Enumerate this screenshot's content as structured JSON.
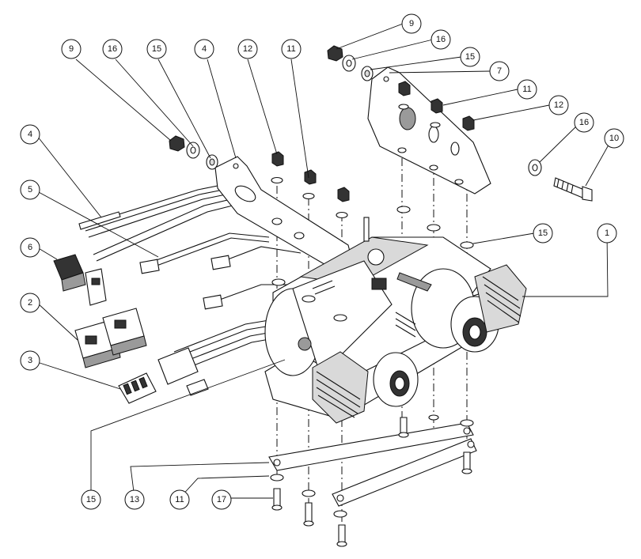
{
  "diagram": {
    "callouts": [
      {
        "id": "c9a",
        "label": "9"
      },
      {
        "id": "c16a",
        "label": "16"
      },
      {
        "id": "c15a",
        "label": "15"
      },
      {
        "id": "c4a",
        "label": "4"
      },
      {
        "id": "c12a",
        "label": "12"
      },
      {
        "id": "c11a",
        "label": "11"
      },
      {
        "id": "c9b",
        "label": "9"
      },
      {
        "id": "c16b",
        "label": "16"
      },
      {
        "id": "c15b",
        "label": "15"
      },
      {
        "id": "c7",
        "label": "7"
      },
      {
        "id": "c11b",
        "label": "11"
      },
      {
        "id": "c12b",
        "label": "12"
      },
      {
        "id": "c16c",
        "label": "16"
      },
      {
        "id": "c10",
        "label": "10"
      },
      {
        "id": "c4b",
        "label": "4"
      },
      {
        "id": "c5",
        "label": "5"
      },
      {
        "id": "c6",
        "label": "6"
      },
      {
        "id": "c2",
        "label": "2"
      },
      {
        "id": "c3",
        "label": "3"
      },
      {
        "id": "c15c",
        "label": "15"
      },
      {
        "id": "c1",
        "label": "1"
      },
      {
        "id": "c15d",
        "label": "15"
      },
      {
        "id": "c13",
        "label": "13"
      },
      {
        "id": "c11c",
        "label": "11"
      },
      {
        "id": "c17",
        "label": "17"
      }
    ]
  }
}
